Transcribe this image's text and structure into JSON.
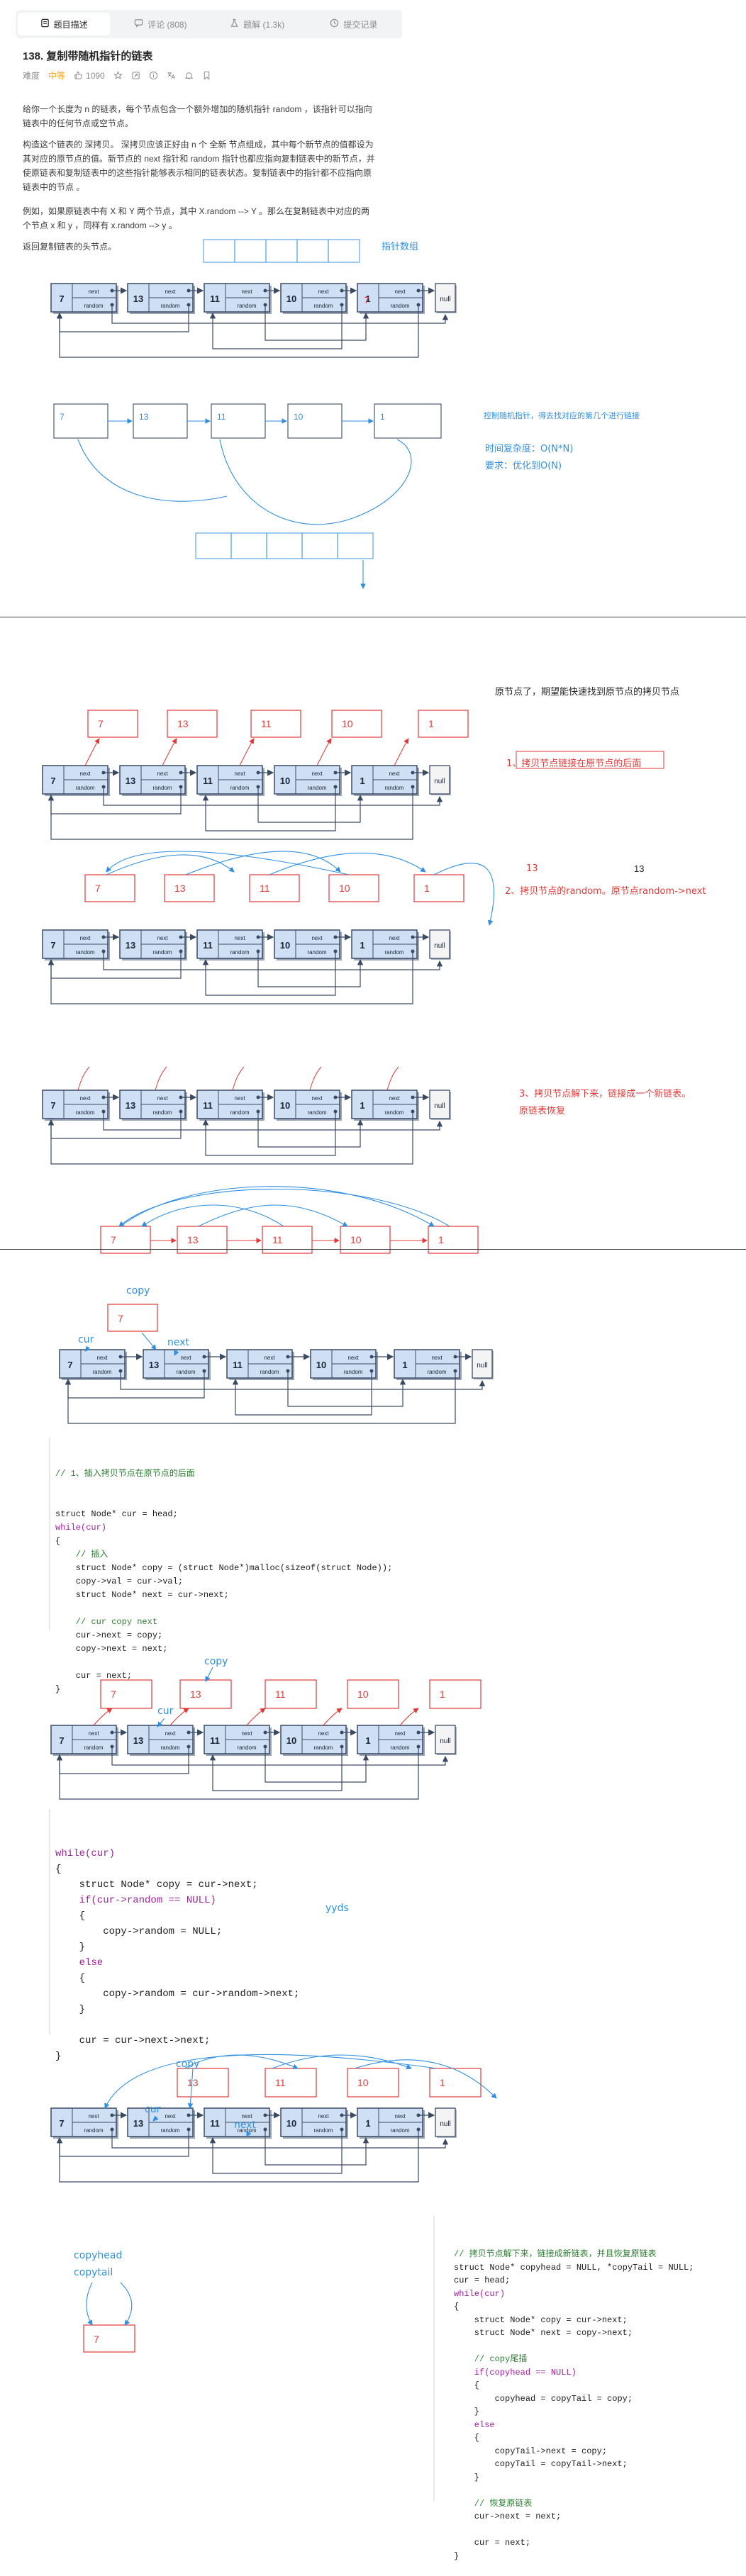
{
  "tabs": [
    {
      "label": "题目描述",
      "icon": "document-icon"
    },
    {
      "label": "评论 (808)",
      "icon": "comment-icon"
    },
    {
      "label": "题解 (1.3k)",
      "icon": "flask-icon"
    },
    {
      "label": "提交记录",
      "icon": "history-icon"
    }
  ],
  "problem": {
    "title": "138. 复制带随机指针的链表",
    "difficulty_label": "难度",
    "difficulty": "中等",
    "likes": "1090"
  },
  "description": {
    "p1": "给你一个长度为 n 的链表，每个节点包含一个额外增加的随机指针 random ，该指针可以指向链表中的任何节点或空节点。",
    "p2": "构造这个链表的 深拷贝。 深拷贝应该正好由 n 个 全新 节点组成，其中每个新节点的值都设为其对应的原节点的值。新节点的 next 指针和 random 指针也都应指向复制链表中的新节点，并使原链表和复制链表中的这些指针能够表示相同的链表状态。复制链表中的指针都不应指向原链表中的节点 。",
    "p3": "例如，如果原链表中有 X 和 Y 两个节点，其中 X.random --> Y 。那么在复制链表中对应的两个节点 x 和 y ，同样有 x.random --> y 。",
    "p4": "返回复制链表的头节点。"
  },
  "annotations": {
    "pointer_array": "指针数组",
    "note1": "控制随机指针，得去找对应的第几个进行链接",
    "complexity": "时间复杂度：O(N*N)",
    "requirement": "要求：优化到O(N)",
    "section2_title": "原节点了，期望能快速找到原节点的拷贝节点",
    "step1": "1、拷贝节点链接在原节点的后面",
    "step2": "2、拷贝节点的random。原节点random->next",
    "step3_line1": "3、拷贝节点解下来，链接成一个新链表。",
    "step3_line2": "原链表恢复",
    "num13a": "13",
    "num13b": "13",
    "copy": "copy",
    "cur": "cur",
    "next": "next",
    "yyds": "yyds",
    "copyhead": "copyhead",
    "copytail": "copytail"
  },
  "list_values": [
    "7",
    "13",
    "11",
    "10",
    "1"
  ],
  "node_labels": {
    "next": "next",
    "random": "random",
    "null": "null"
  },
  "code1": {
    "comment": "// 1、插入拷贝节点在原节点的后面",
    "lines": [
      "struct Node* cur = head;",
      "while(cur)",
      "{",
      "    // 插入",
      "    struct Node* copy = (struct Node*)malloc(sizeof(struct Node));",
      "    copy->val = cur->val;",
      "    struct Node* next = cur->next;",
      "",
      "    // cur copy next",
      "    cur->next = copy;",
      "    copy->next = next;",
      "",
      "    cur = next;",
      "}"
    ]
  },
  "code2": {
    "lines": [
      "while(cur)",
      "{",
      "    struct Node* copy = cur->next;",
      "    if(cur->random == NULL)",
      "    {",
      "        copy->random = NULL;",
      "    }",
      "    else",
      "    {",
      "        copy->random = cur->random->next;",
      "    }",
      "",
      "    cur = cur->next->next;",
      "}"
    ]
  },
  "code3": {
    "lines": [
      "// 拷贝节点解下来，链接成新链表，并且恢复原链表",
      "struct Node* copyhead = NULL, *copyTail = NULL;",
      "cur = head;",
      "while(cur)",
      "{",
      "    struct Node* copy = cur->next;",
      "    struct Node* next = copy->next;",
      "",
      "    // copy尾插",
      "    if(copyhead == NULL)",
      "    {",
      "        copyhead = copyTail = copy;",
      "    }",
      "    else",
      "    {",
      "        copyTail->next = copy;",
      "        copyTail = copyTail->next;",
      "    }",
      "",
      "    // 恢复原链表",
      "    cur->next = next;",
      "",
      "    cur = next;",
      "}"
    ]
  },
  "colors": {
    "accent_blue": "#2f8fe0",
    "red": "#e23a3a",
    "node_fill": "#cfe0f5",
    "node_stroke": "#3a4a63"
  }
}
